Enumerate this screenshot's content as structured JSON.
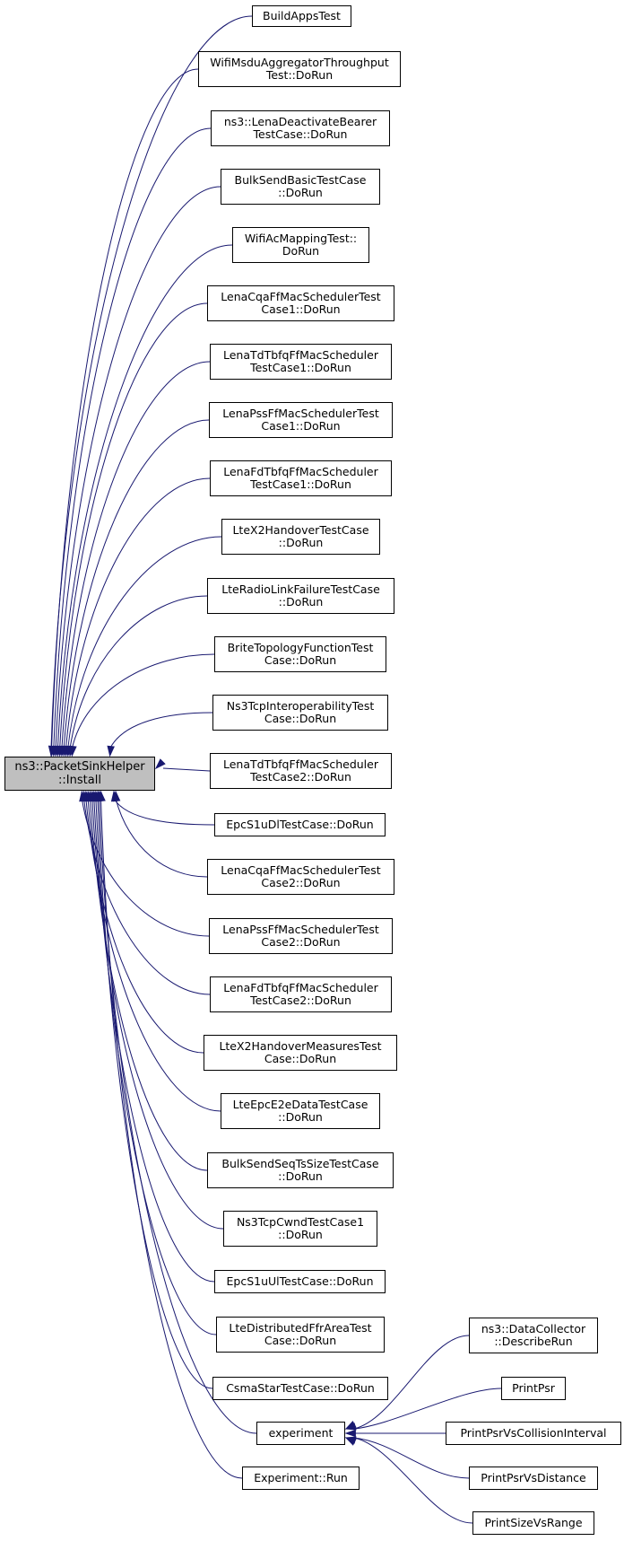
{
  "colors": {
    "edge": "#191970",
    "root_fill": "#bfbfbf",
    "node_fill": "#ffffff",
    "border": "#000000"
  },
  "root": {
    "label": "ns3::PacketSinkHelper\n::Install"
  },
  "callers": [
    {
      "label": "BuildAppsTest"
    },
    {
      "label": "WifiMsduAggregatorThroughput\nTest::DoRun"
    },
    {
      "label": "ns3::LenaDeactivateBearer\nTestCase::DoRun"
    },
    {
      "label": "BulkSendBasicTestCase\n::DoRun"
    },
    {
      "label": "WifiAcMappingTest::\nDoRun"
    },
    {
      "label": "LenaCqaFfMacSchedulerTest\nCase1::DoRun"
    },
    {
      "label": "LenaTdTbfqFfMacScheduler\nTestCase1::DoRun"
    },
    {
      "label": "LenaPssFfMacSchedulerTest\nCase1::DoRun"
    },
    {
      "label": "LenaFdTbfqFfMacScheduler\nTestCase1::DoRun"
    },
    {
      "label": "LteX2HandoverTestCase\n::DoRun"
    },
    {
      "label": "LteRadioLinkFailureTestCase\n::DoRun"
    },
    {
      "label": "BriteTopologyFunctionTest\nCase::DoRun"
    },
    {
      "label": "Ns3TcpInteroperabilityTest\nCase::DoRun"
    },
    {
      "label": "LenaTdTbfqFfMacScheduler\nTestCase2::DoRun"
    },
    {
      "label": "EpcS1uDlTestCase::DoRun"
    },
    {
      "label": "LenaCqaFfMacSchedulerTest\nCase2::DoRun"
    },
    {
      "label": "LenaPssFfMacSchedulerTest\nCase2::DoRun"
    },
    {
      "label": "LenaFdTbfqFfMacScheduler\nTestCase2::DoRun"
    },
    {
      "label": "LteX2HandoverMeasuresTest\nCase::DoRun"
    },
    {
      "label": "LteEpcE2eDataTestCase\n::DoRun"
    },
    {
      "label": "BulkSendSeqTsSizeTestCase\n::DoRun"
    },
    {
      "label": "Ns3TcpCwndTestCase1\n::DoRun"
    },
    {
      "label": "EpcS1uUlTestCase::DoRun"
    },
    {
      "label": "LteDistributedFfrAreaTest\nCase::DoRun"
    },
    {
      "label": "CsmaStarTestCase::DoRun"
    },
    {
      "label": "experiment"
    },
    {
      "label": "Experiment::Run"
    }
  ],
  "experiment_callers": [
    {
      "label": "ns3::DataCollector\n::DescribeRun"
    },
    {
      "label": "PrintPsr"
    },
    {
      "label": "PrintPsrVsCollisionInterval"
    },
    {
      "label": "PrintPsrVsDistance"
    },
    {
      "label": "PrintSizeVsRange"
    }
  ]
}
